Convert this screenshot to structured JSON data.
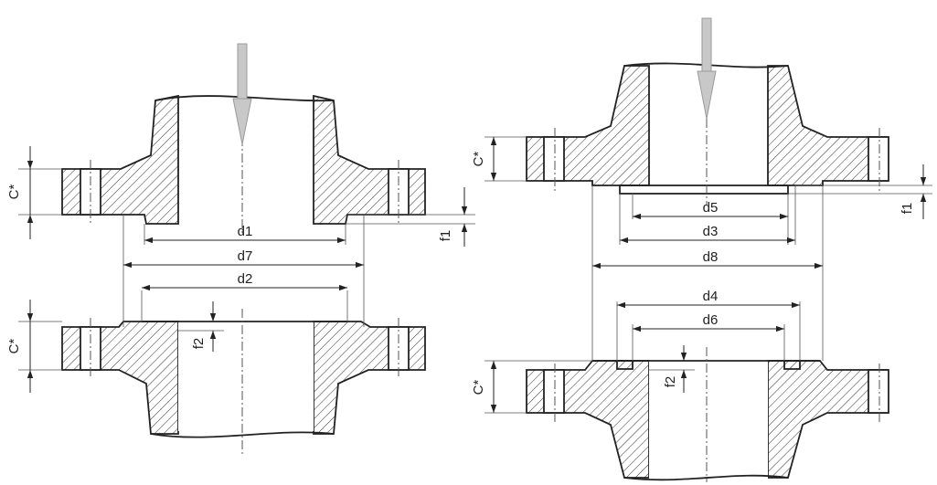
{
  "labels": {
    "c": "C*",
    "d1": "d1",
    "d2": "d2",
    "d3": "d3",
    "d4": "d4",
    "d5": "d5",
    "d6": "d6",
    "d7": "d7",
    "d8": "d8",
    "f1": "f1",
    "f2": "f2"
  },
  "colors": {
    "line": "#222222",
    "arrow": "#c8c8c8"
  }
}
